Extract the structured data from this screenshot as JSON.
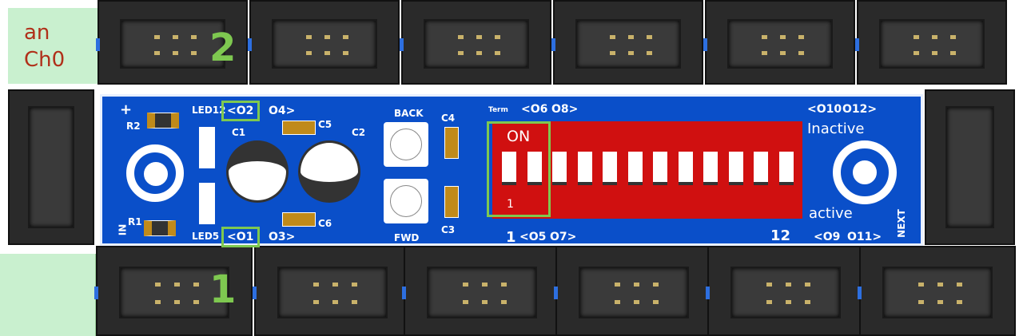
{
  "side_label": {
    "line1": "an",
    "line2": "Ch0"
  },
  "group_labels": {
    "top": "2",
    "bottom": "1"
  },
  "silkscreen": {
    "plus": "+",
    "in": "IN",
    "next": "NEXT",
    "term": "Term",
    "r1": "R1",
    "r2": "R2",
    "c1": "C1",
    "c2": "C2",
    "c3": "C3",
    "c4": "C4",
    "c5": "C5",
    "c6": "C6",
    "led12": "LED12",
    "led5": "LED5",
    "back": "BACK",
    "fwd": "FWD",
    "o2": "<O2",
    "o4": "O4>",
    "o1": "<O1",
    "o3": "O3>",
    "o6": "<O6",
    "o8": "O8>",
    "o5": "<O5",
    "o7": "O7>",
    "o10": "<O10",
    "o12": "O12>",
    "o9": "<O9",
    "o11": "O11>",
    "inactive": "Inactive",
    "active": "active",
    "num1": "1",
    "num12": "12"
  },
  "dip_switch": {
    "on_label": "ON",
    "first_label": "1",
    "count": 12
  },
  "colors": {
    "board": "#0a4fc9",
    "highlight": "#7ec850",
    "dip": "#d01010",
    "label_text": "#b0301a"
  }
}
